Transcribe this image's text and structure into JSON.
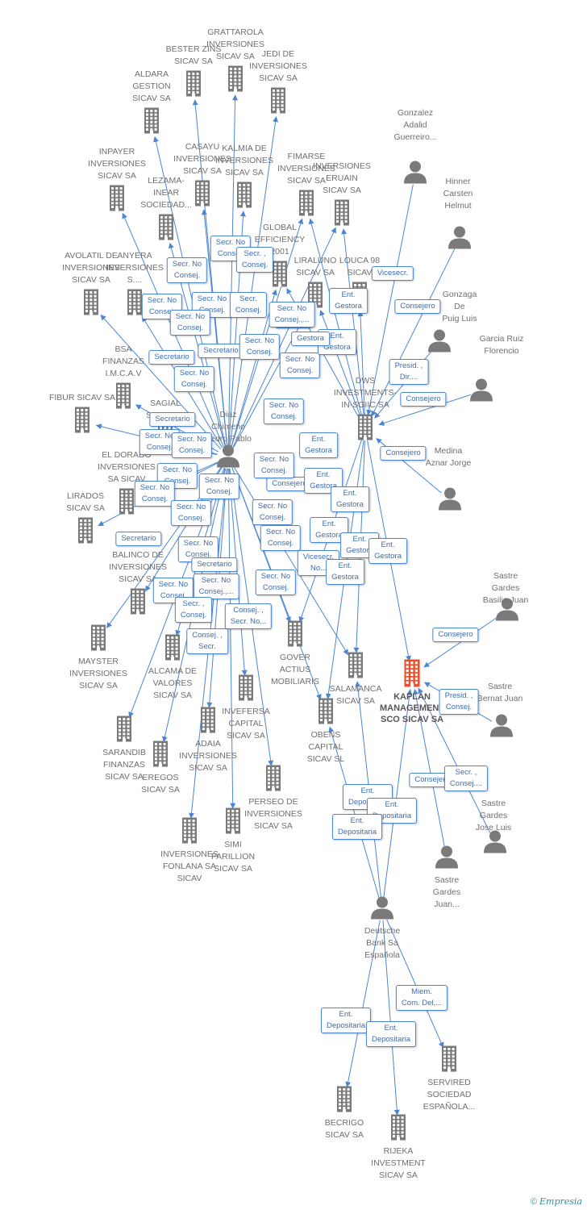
{
  "colors": {
    "edge": "#4a86d4",
    "node": "#7a7a7a",
    "focal": "#e8512f",
    "label": "#6f6f6f"
  },
  "footer": {
    "copyright": "©",
    "brand": "Empresia"
  },
  "nodes": [
    {
      "id": "grattarola",
      "type": "company",
      "label": "GRATTAROLA\nINVERSIONES\nSICAV SA"
    },
    {
      "id": "bester",
      "type": "company",
      "label": "BESTER ZINS\nSICAV SA"
    },
    {
      "id": "jedi",
      "type": "company",
      "label": "JEDI DE\nINVERSIONES\nSICAV SA"
    },
    {
      "id": "aldara",
      "type": "company",
      "label": "ALDARA\nGESTION\nSICAV SA"
    },
    {
      "id": "inpayer",
      "type": "company",
      "label": "INPAYER\nINVERSIONES\nSICAV SA"
    },
    {
      "id": "casayu",
      "type": "company",
      "label": "CASAYU\nINVERSIONES\nSICAV SA"
    },
    {
      "id": "kalmia",
      "type": "company",
      "label": "KALMIA DE\nINVERSIONES\nSICAV SA"
    },
    {
      "id": "fimarse",
      "type": "company",
      "label": "FIMARSE\nINVERSIONES\nSICAV SA"
    },
    {
      "id": "eruain",
      "type": "company",
      "label": "INVERSIONES\nERUAIN\nSICAV SA"
    },
    {
      "id": "lezama",
      "type": "company",
      "label": "LEZAMA-\nINEAR\nSOCIEDAD..."
    },
    {
      "id": "global",
      "type": "company",
      "label": "GLOBAL\nEFFICIENCY\n2001"
    },
    {
      "id": "liraluno",
      "type": "company",
      "label": "LIRALUNO\nSICAV SA"
    },
    {
      "id": "louca",
      "type": "company",
      "label": "LOUCA 98\nSICAV"
    },
    {
      "id": "avolatil",
      "type": "company",
      "label": "AVOLATIL DE\nINVERSIONES\nSICAV SA"
    },
    {
      "id": "anyera",
      "type": "company",
      "label": "ANYERA\nINVERSIONES\nS...."
    },
    {
      "id": "bsa",
      "type": "company",
      "label": "BSA\nFINANZAS\nI.M.C.A.V"
    },
    {
      "id": "fibur",
      "type": "company",
      "label": "FIBUR SICAV SA"
    },
    {
      "id": "sagial",
      "type": "company",
      "label": "SAGIAL\nSICAV SA"
    },
    {
      "id": "dws",
      "type": "company",
      "label": "DWS\nINVESTMENTS-\nIN-SGIIC SA"
    },
    {
      "id": "eldorado",
      "type": "company",
      "label": "EL DORADO\nINVERSIONES\nSA SICAV"
    },
    {
      "id": "lirados",
      "type": "company",
      "label": "LIRADOS\nSICAV SA"
    },
    {
      "id": "balinco",
      "type": "company",
      "label": "BALINCO DE\nINVERSIONES\nSICAV SA"
    },
    {
      "id": "mayster",
      "type": "company",
      "label": "MAYSTER\nINVERSIONES\nSICAV SA"
    },
    {
      "id": "alcama",
      "type": "company",
      "label": "ALCAMA DE\nVALORES\nSICAV SA"
    },
    {
      "id": "gover",
      "type": "company",
      "label": "GOVER\nACTIUS\nMOBILIARIS"
    },
    {
      "id": "salamanca",
      "type": "company",
      "label": "SALAMANCA\nSICAV SA"
    },
    {
      "id": "kaplan",
      "type": "focal",
      "label": "KAPLAN\nMANAGEMENT\nSCO SICAV SA"
    },
    {
      "id": "invefersa",
      "type": "company",
      "label": "INVEFERSA\nCAPITAL\nSICAV SA"
    },
    {
      "id": "obens",
      "type": "company",
      "label": "OBENS\nCAPITAL\nSICAV SL"
    },
    {
      "id": "sarandib",
      "type": "company",
      "label": "SARANDIB\nFINANZAS\nSICAV SA"
    },
    {
      "id": "eregos",
      "type": "company",
      "label": "EREGOS\nSICAV SA"
    },
    {
      "id": "adaia",
      "type": "company",
      "label": "ADAIA\nINVERSIONES\nSICAV SA"
    },
    {
      "id": "perseo",
      "type": "company",
      "label": "PERSEO DE\nINVERSIONES\nSICAV SA"
    },
    {
      "id": "fonlana",
      "type": "company",
      "label": "INVERSIONES\nFONLANA SA\nSICAV"
    },
    {
      "id": "simi",
      "type": "company",
      "label": "SIMI\nPARILLION\nSICAV SA"
    },
    {
      "id": "servired",
      "type": "company",
      "label": "SERVIRED\nSOCIEDAD\nESPAÑOLA..."
    },
    {
      "id": "becrigo",
      "type": "company",
      "label": "BECRIGO\nSICAV SA"
    },
    {
      "id": "rijeka",
      "type": "company",
      "label": "RIJEKA\nINVESTMENT\nSICAV SA"
    },
    {
      "id": "diaz",
      "type": "person",
      "label": "Diaz\nChimeno\nPedro Pablo"
    },
    {
      "id": "deutsche",
      "type": "person",
      "label": "Deutsche\nBank Sa\nEspañola"
    },
    {
      "id": "gonzalez",
      "type": "person",
      "label": "Gonzalez\nAdalid\nGuerreiro..."
    },
    {
      "id": "hinner",
      "type": "person",
      "label": "Hinner\nCarsten\nHelmut"
    },
    {
      "id": "gonzaga",
      "type": "person",
      "label": "Gonzaga\nDe\nPuig Luis"
    },
    {
      "id": "garcia",
      "type": "person",
      "label": "Garcia Ruiz\nFlorencio"
    },
    {
      "id": "medina",
      "type": "person",
      "label": "Medina\nAznar Jorge"
    },
    {
      "id": "basilio",
      "type": "person",
      "label": "Sastre\nGardes\nBasilio Juan"
    },
    {
      "id": "bernat",
      "type": "person",
      "label": "Sastre\nBernat Juan"
    },
    {
      "id": "joseluis",
      "type": "person",
      "label": "Sastre\nGardes\nJose Luis"
    },
    {
      "id": "juan",
      "type": "person",
      "label": "Sastre\nGardes\nJuan..."
    }
  ],
  "edge_labels": [
    "Secr. No\nConsej.",
    "Secr. No\nConsej.",
    "Secr. ,\nConsej.",
    "Secr. No\nConsej.",
    "Secr. No\nConsej.",
    "Secr. No\nConsej.",
    "Secr.\nConsej.",
    "No\nConsej.",
    "Secr. No\nConsej.,...",
    "Secretario",
    "Secretario",
    "Secr. No\nConsej.",
    "Secr. No\nConsej.",
    "Secr. No\nConsej.",
    "Secretario",
    "Secr. No\nConsej.",
    "Secr. No\nConsej.",
    "Secr. No\nConsej.",
    "Secr. No\nConsej.",
    "Secr. No\nConsej.",
    "Secr. No\nConsej.",
    "Consejero",
    "Secr. No\nConsej.",
    "Secr. No\nConsej.",
    "Secr. No\nConsej.",
    "Secr. No\nConsej.",
    "Secretario",
    "Secr. No\nConsej.",
    "Secretario",
    "Secr. No\nConsej.,...",
    "Secr. No\nConsej.",
    "Secr. No\nConsej.",
    "Secr. ,\nConsej.",
    "Consej. ,\nSecr. No...",
    "Consej. ,\nSecr.",
    "Vicesecr.\nNo...",
    "Ent.\nGestora",
    "Ent.\nGestora",
    "Gestora",
    "Ent.\nGestora",
    "Ent.\nGestora",
    "Ent.\nGestora",
    "Ent.\nGestora",
    "Ent.\nGestora",
    "Ent.\nGestora",
    "Ent.\nGestora",
    "Vicesecr.",
    "Consejero",
    "Presid. ,\nDir....",
    "Consejero",
    "Consejero",
    "Consejero",
    "Presid. ,\nConsej.",
    "Consejero",
    "Secr. ,\nConsej....",
    "Ent.\nDepositaria",
    "Ent.\nDepositaria",
    "Ent.\nDepositaria",
    "Miem.\nCom. Del,...",
    "Ent.\nDepositaria",
    "Ent.\nDepositaria"
  ]
}
